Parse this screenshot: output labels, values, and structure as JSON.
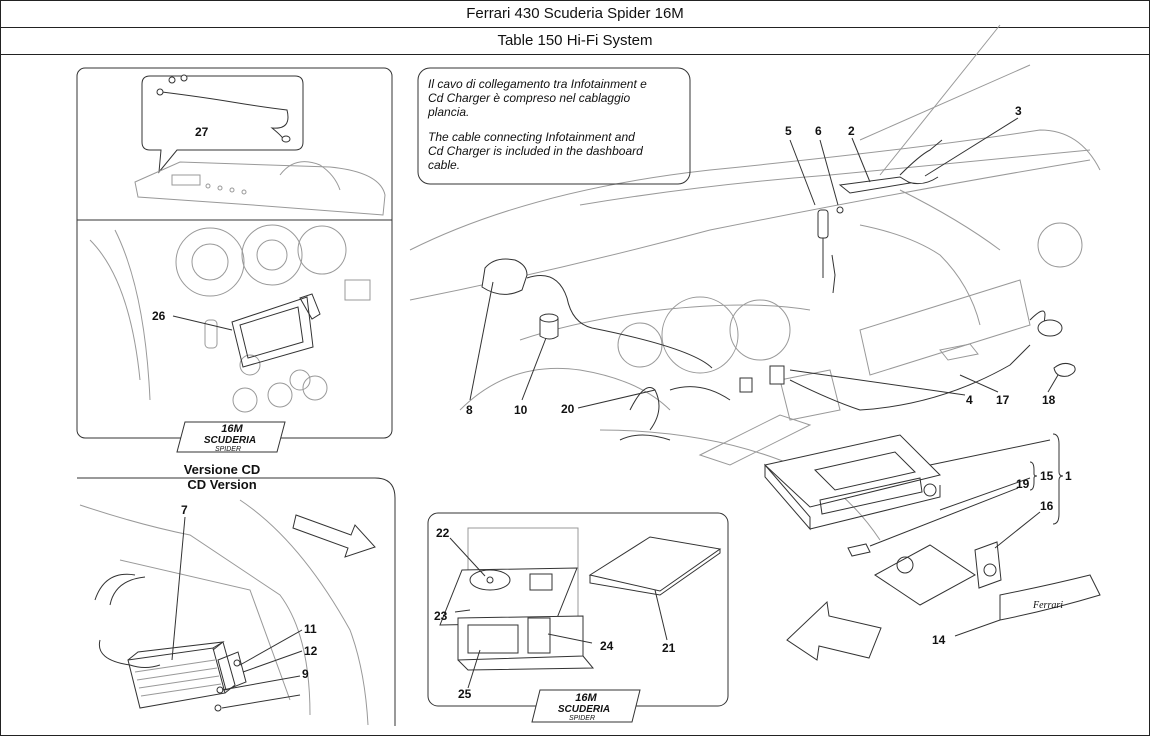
{
  "header": {
    "title": "Ferrari 430 Scuderia Spider 16M",
    "subtitle": "Table 150 Hi-Fi System"
  },
  "note": {
    "it_lines": [
      "Il cavo di collegamento tra Infotainment e",
      "Cd Charger è compreso nel cablaggio",
      "plancia."
    ],
    "en_lines": [
      "The cable connecting Infotainment and",
      "Cd Charger is included in the dashboard",
      "cable."
    ]
  },
  "cd_version": {
    "it": "Versione CD",
    "en": "CD Version"
  },
  "logo": {
    "line1": "16M",
    "line2": "SCUDERIA",
    "line3": "SPIDER"
  },
  "plate_text": "Ferrari",
  "callouts": [
    "1",
    "2",
    "3",
    "4",
    "5",
    "6",
    "7",
    "8",
    "9",
    "10",
    "11",
    "12",
    "14",
    "15",
    "16",
    "17",
    "18",
    "19",
    "20",
    "21",
    "22",
    "23",
    "24",
    "25",
    "26",
    "27"
  ]
}
